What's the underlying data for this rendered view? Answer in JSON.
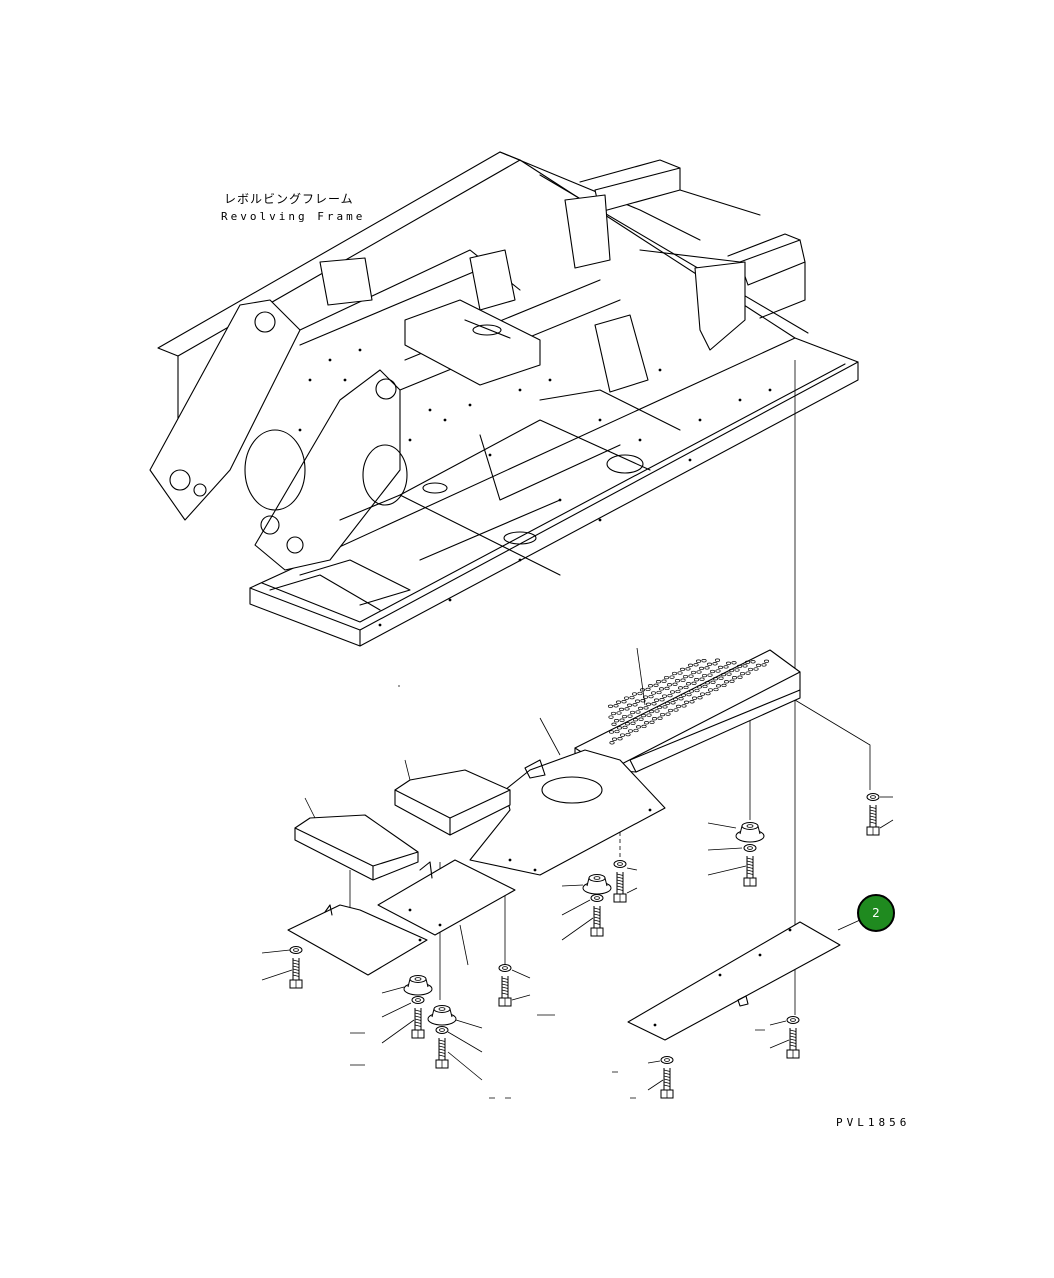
{
  "frame_label": {
    "japanese": "レボルビングフレーム",
    "english": "Revolving Frame"
  },
  "callout": {
    "number": "2",
    "color": "#1f8a1f"
  },
  "drawing_code": "PVL1856"
}
